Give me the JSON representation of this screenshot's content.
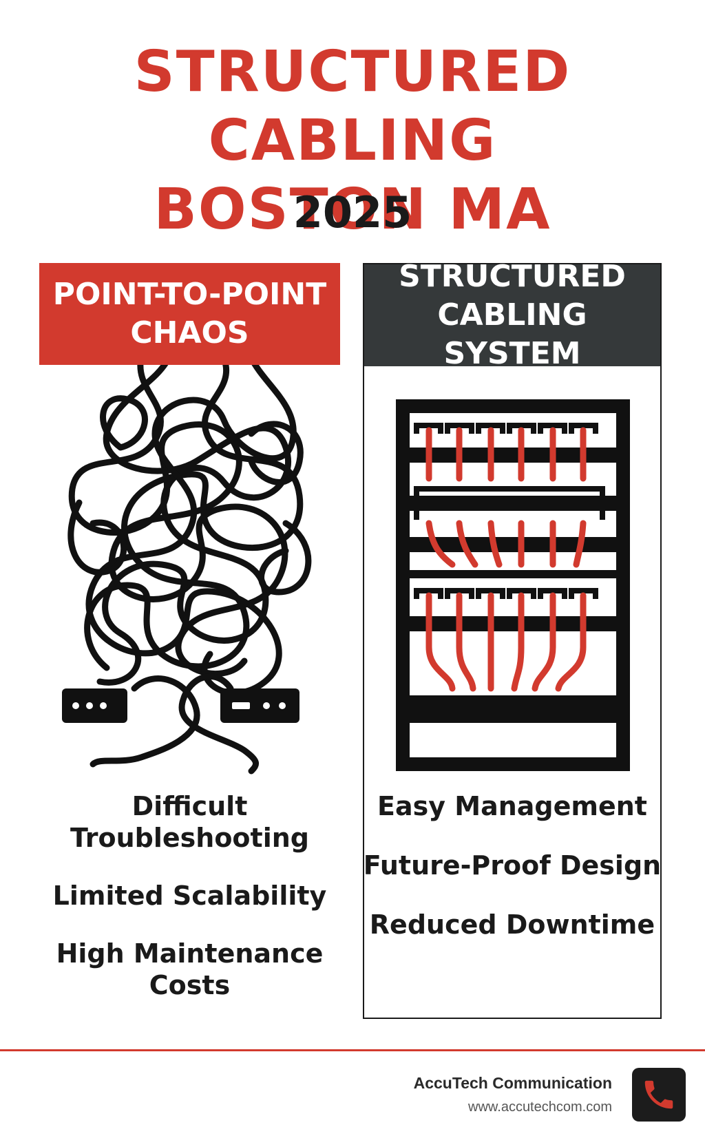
{
  "title": {
    "line1": "STRUCTURED CABLING",
    "line2": "BOSTON MA"
  },
  "year": "2025",
  "left_panel": {
    "header_line1": "POINT-TO-POINT",
    "header_line2": "CHAOS",
    "items": [
      "Difficult Troubleshooting",
      "Limited Scalability",
      "High Maintenance Costs"
    ]
  },
  "right_panel": {
    "header_line1": "STRUCTURED",
    "header_line2": "CABLING SYSTEM",
    "items": [
      "Easy Management",
      "Future-Proof Design",
      "Reduced Downtime"
    ]
  },
  "footer": {
    "company": "AccuTech Communication",
    "website": "www.accutechcom.com",
    "icon": "phone-icon"
  },
  "colors": {
    "accent": "#d23a2e",
    "dark": "#35393a",
    "text": "#1a1a1a"
  }
}
